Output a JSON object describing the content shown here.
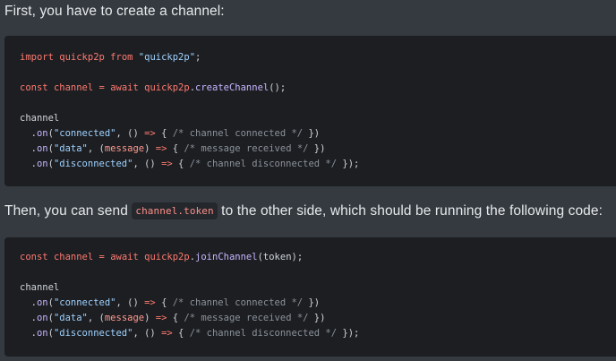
{
  "intro": {
    "text": "First, you have to create a channel:"
  },
  "block1": {
    "import_kw": "import",
    "module_ident": "quickp2p",
    "from_kw": "from",
    "module_str": "\"quickp2p\"",
    "const_kw": "const",
    "channel_var": "channel",
    "eq": "=",
    "await_kw": "await",
    "obj_ident": "quickp2p",
    "method": "createChannel",
    "chain_root": "channel",
    "on1_event": "\"connected\"",
    "on1_comment": "/* channel connected */",
    "on2_event": "\"data\"",
    "on2_param": "message",
    "on2_comment": "/* message received */",
    "on3_event": "\"disconnected\"",
    "on3_comment": "/* channel disconnected */"
  },
  "then": {
    "before": "Then, you can send ",
    "code": "channel.token",
    "after": " to the other side, which should be running the following code:"
  },
  "block2": {
    "const_kw": "const",
    "channel_var": "channel",
    "eq": "=",
    "await_kw": "await",
    "obj_ident": "quickp2p",
    "method": "joinChannel",
    "arg": "token",
    "chain_root": "channel",
    "on1_event": "\"connected\"",
    "on1_comment": "/* channel connected */",
    "on2_event": "\"data\"",
    "on2_param": "message",
    "on2_comment": "/* message received */",
    "on3_event": "\"disconnected\"",
    "on3_comment": "/* channel disconnected */"
  }
}
